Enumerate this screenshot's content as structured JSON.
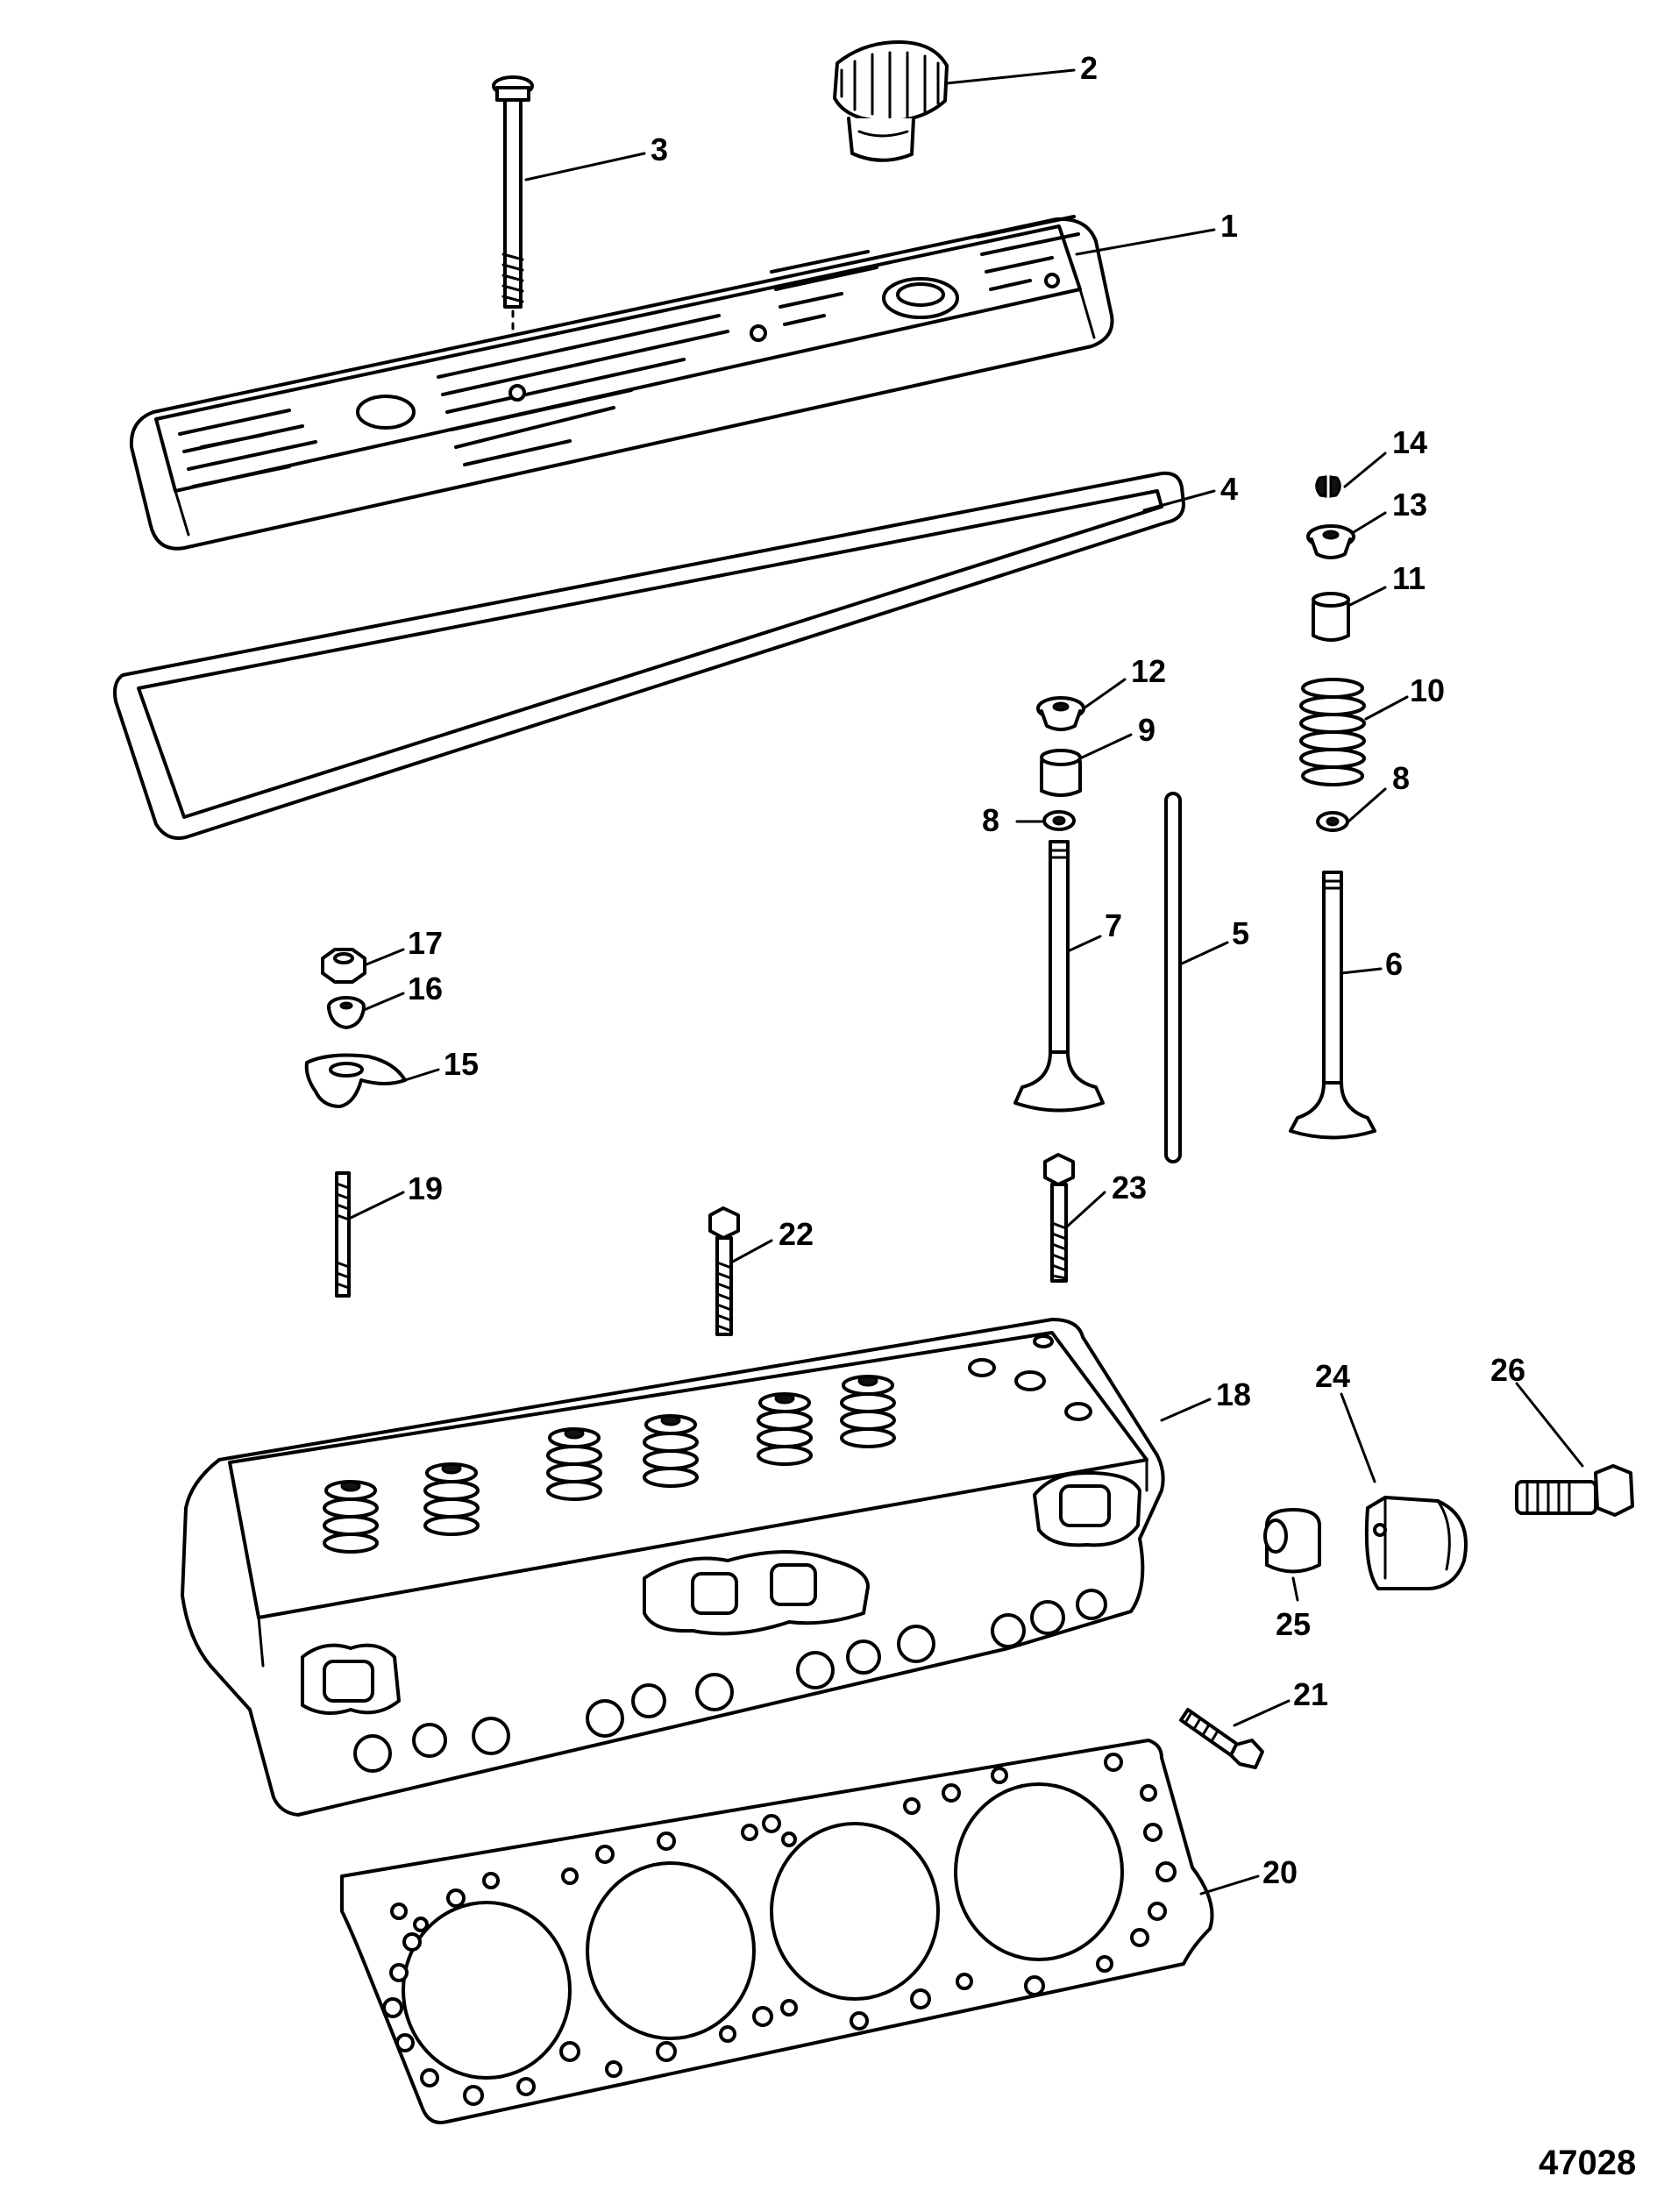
{
  "figure_number": "47028",
  "callouts": [
    {
      "id": "1",
      "label": "1"
    },
    {
      "id": "2",
      "label": "2"
    },
    {
      "id": "3",
      "label": "3"
    },
    {
      "id": "4",
      "label": "4"
    },
    {
      "id": "5",
      "label": "5"
    },
    {
      "id": "6",
      "label": "6"
    },
    {
      "id": "7",
      "label": "7"
    },
    {
      "id": "8a",
      "label": "8"
    },
    {
      "id": "8b",
      "label": "8"
    },
    {
      "id": "9",
      "label": "9"
    },
    {
      "id": "10",
      "label": "10"
    },
    {
      "id": "11",
      "label": "11"
    },
    {
      "id": "12",
      "label": "12"
    },
    {
      "id": "13",
      "label": "13"
    },
    {
      "id": "14",
      "label": "14"
    },
    {
      "id": "15",
      "label": "15"
    },
    {
      "id": "16",
      "label": "16"
    },
    {
      "id": "17",
      "label": "17"
    },
    {
      "id": "18",
      "label": "18"
    },
    {
      "id": "19",
      "label": "19"
    },
    {
      "id": "20",
      "label": "20"
    },
    {
      "id": "21",
      "label": "21"
    },
    {
      "id": "22",
      "label": "22"
    },
    {
      "id": "23",
      "label": "23"
    },
    {
      "id": "24",
      "label": "24"
    },
    {
      "id": "25",
      "label": "25"
    },
    {
      "id": "26",
      "label": "26"
    }
  ]
}
